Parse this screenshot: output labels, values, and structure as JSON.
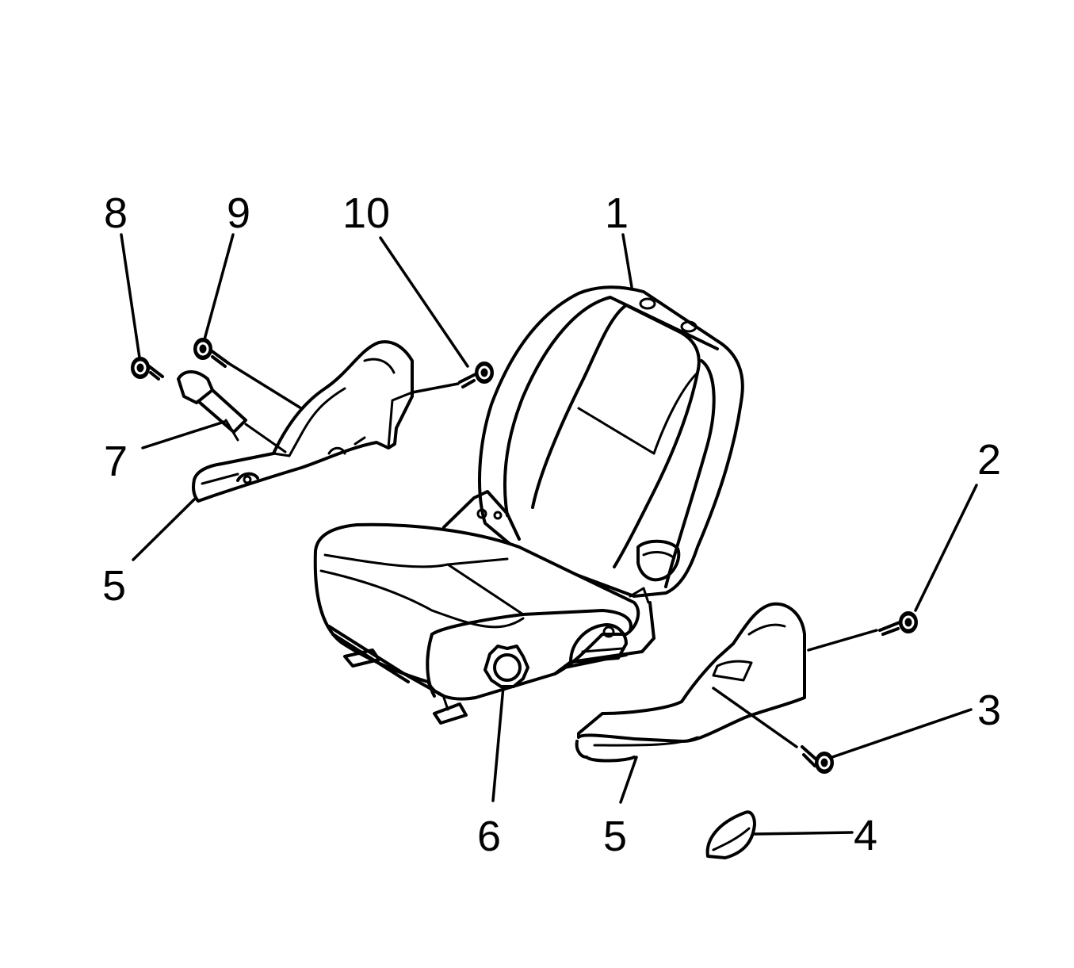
{
  "diagram": {
    "callouts": [
      {
        "id": "c1",
        "label": "1"
      },
      {
        "id": "c2",
        "label": "2"
      },
      {
        "id": "c3",
        "label": "3"
      },
      {
        "id": "c4",
        "label": "4"
      },
      {
        "id": "c5a",
        "label": "5"
      },
      {
        "id": "c5b",
        "label": "5"
      },
      {
        "id": "c6",
        "label": "6"
      },
      {
        "id": "c7",
        "label": "7"
      },
      {
        "id": "c8",
        "label": "8"
      },
      {
        "id": "c9",
        "label": "9"
      },
      {
        "id": "c10",
        "label": "10"
      }
    ]
  }
}
